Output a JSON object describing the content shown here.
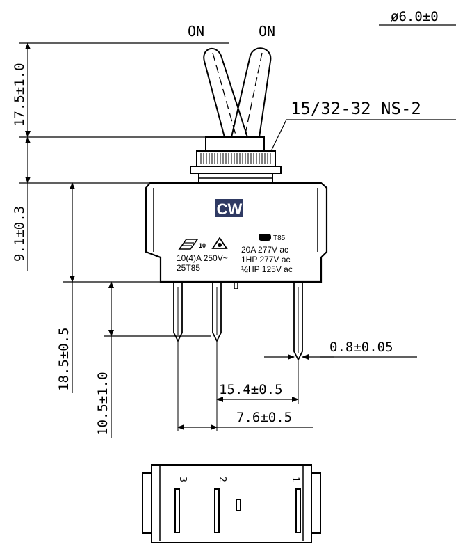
{
  "dimensions": {
    "top_diameter": "ø6.0±0",
    "lever_height": "17.5±1.0",
    "bushing_height": "9.1±0.3",
    "thread": "15/32-32 NS-2",
    "body_to_terminal_tip": "18.5±0.5",
    "terminal_length": "10.5±1.0",
    "terminal_thickness": "0.8±0.05",
    "outer_terminal_spacing": "15.4±0.5",
    "inner_terminal_spacing": "7.6±0.5"
  },
  "positions": {
    "left": "ON",
    "right": "ON"
  },
  "body_markings": {
    "brand_logo": "CW",
    "cert_mark_number": "10",
    "ul_mark_code": "T85",
    "left_rating_1": "10(4)A 250V~",
    "left_rating_2": "25T85",
    "right_rating_1": "20A 277V ac",
    "right_rating_2": "1HP 277V ac",
    "right_rating_3": "½HP 125V ac"
  },
  "terminal_labels": [
    "3",
    "2",
    "1"
  ]
}
